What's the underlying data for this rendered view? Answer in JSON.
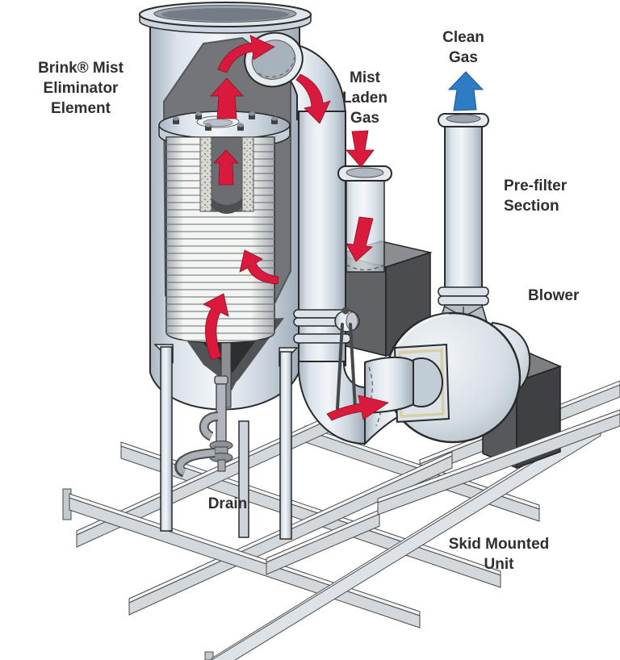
{
  "diagram": {
    "title_labels": {
      "brink": [
        "Brink® Mist",
        "Eliminator",
        "Element"
      ],
      "mist_laden": [
        "Mist",
        "Laden",
        "Gas"
      ],
      "clean_gas": [
        "Clean",
        "Gas"
      ],
      "prefilter": [
        "Pre-filter",
        "Section"
      ],
      "blower": [
        "Blower"
      ],
      "drain": [
        "Drain"
      ],
      "skid": [
        "Skid Mounted",
        "Unit"
      ]
    },
    "colors": {
      "red_flow_arrow": "#d91a3c",
      "blue_clean_gas_arrow": "#2e7cc3",
      "steel_light": "#eef2f6",
      "steel_mid": "#c9d3dd",
      "steel_dark": "#a9b5c1",
      "interior_gray": "#747578",
      "housing_dark": "#56585b",
      "label_text": "#2f2f30"
    },
    "icons": {
      "clean_gas_arrow_icon": "up block arrow",
      "mist_flow_arrow_icon": "down block arrow",
      "gas_flow_arrow_icon": "curved red block arrow"
    }
  }
}
